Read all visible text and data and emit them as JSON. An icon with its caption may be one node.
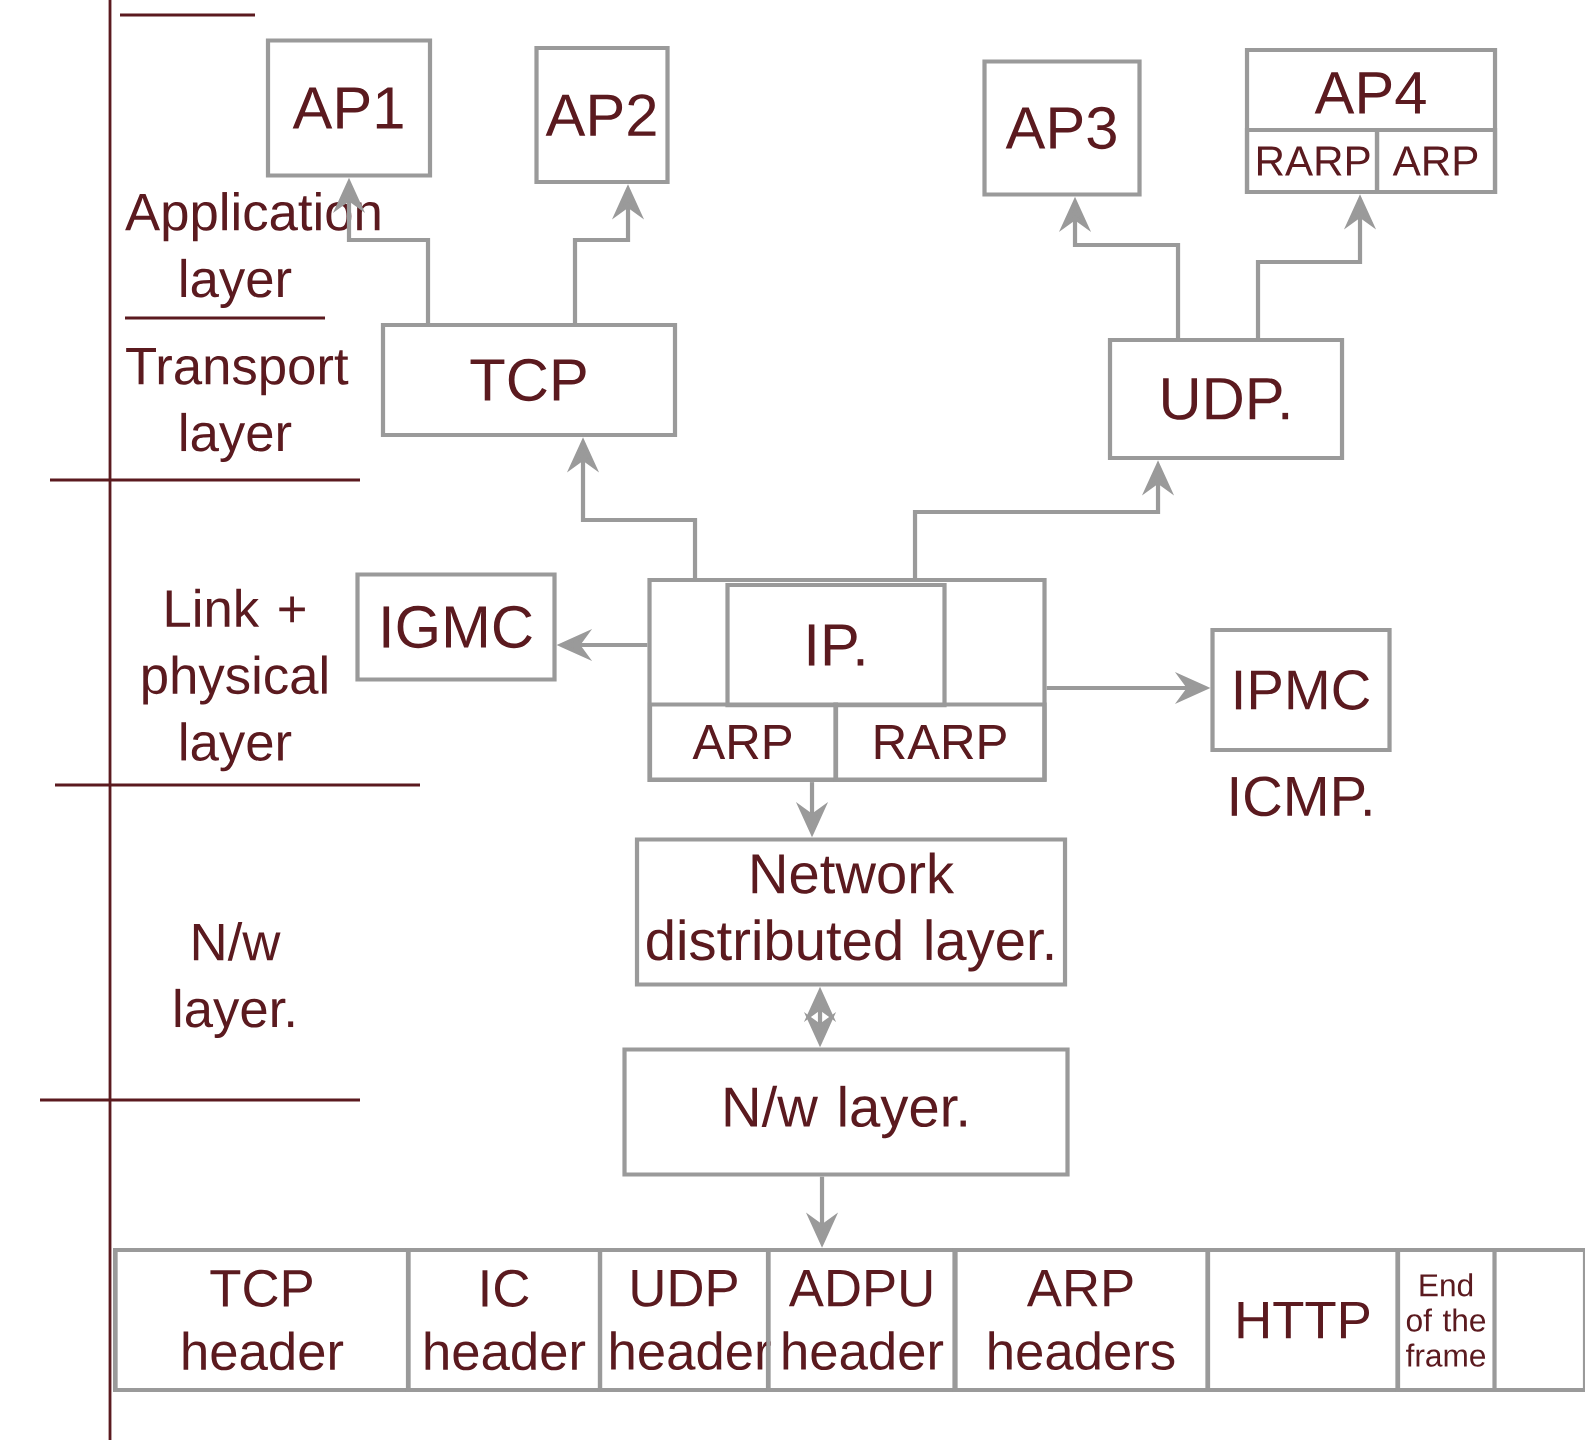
{
  "diagram": {
    "nodes": [
      {
        "text": [
          "AP1"
        ]
      },
      {
        "text": [
          "AP2"
        ]
      },
      {
        "text": [
          "AP3"
        ]
      },
      {
        "text": [
          "AP4"
        ]
      },
      {
        "text": [
          "RARP"
        ],
        "in": 3
      },
      {
        "text": [
          "ARP"
        ],
        "in": 3
      },
      {
        "text": [
          "TCP"
        ]
      },
      {
        "text": [
          "UDP."
        ]
      },
      {
        "text": [
          "IGMC"
        ]
      },
      {
        "text": [],
        "shape": "box"
      },
      {
        "text": [
          "IP."
        ],
        "in": 9
      },
      {
        "text": [
          "ARP"
        ],
        "in": 9
      },
      {
        "text": [
          "RARP"
        ],
        "in": 9
      },
      {
        "text": [
          "IPMC"
        ],
        "beside": [
          "ICMP."
        ]
      },
      {
        "text": [
          "Network distributed layer."
        ]
      },
      {
        "text": [
          "N/w layer."
        ]
      },
      {
        "text": [],
        "shape": "box"
      },
      {
        "text": [
          "TCP header"
        ],
        "in": 16
      },
      {
        "text": [
          "IC header"
        ],
        "in": 16
      },
      {
        "text": [
          "UDP header"
        ],
        "in": 16
      },
      {
        "text": [
          "ADPU header"
        ],
        "in": 16
      },
      {
        "text": [
          "ARP headers"
        ],
        "in": 16
      },
      {
        "text": [
          "HTTP"
        ],
        "in": 16
      },
      {
        "text": [
          "End of the frame"
        ],
        "in": 16
      }
    ],
    "edges": [
      {
        "from": 6,
        "to": 0,
        "arrow": "to"
      },
      {
        "from": 6,
        "to": 1,
        "arrow": "to"
      },
      {
        "from": 7,
        "to": 2,
        "arrow": "to"
      },
      {
        "from": 7,
        "to": 3,
        "arrow": "to"
      },
      {
        "from": 9,
        "to": 6,
        "arrow": "to"
      },
      {
        "from": 9,
        "to": 7,
        "arrow": "to"
      },
      {
        "from": 9,
        "to": 8,
        "arrow": "to"
      },
      {
        "from": 9,
        "to": 13,
        "arrow": "to"
      },
      {
        "from": 9,
        "to": 14,
        "arrow": "to"
      },
      {
        "from": 14,
        "to": 15,
        "arrow": "both"
      },
      {
        "from": 15,
        "to": 16,
        "arrow": "to"
      }
    ],
    "labels": [
      "Application layer",
      "Transport layer",
      "Link + physical layer",
      "N/w layer."
    ]
  }
}
